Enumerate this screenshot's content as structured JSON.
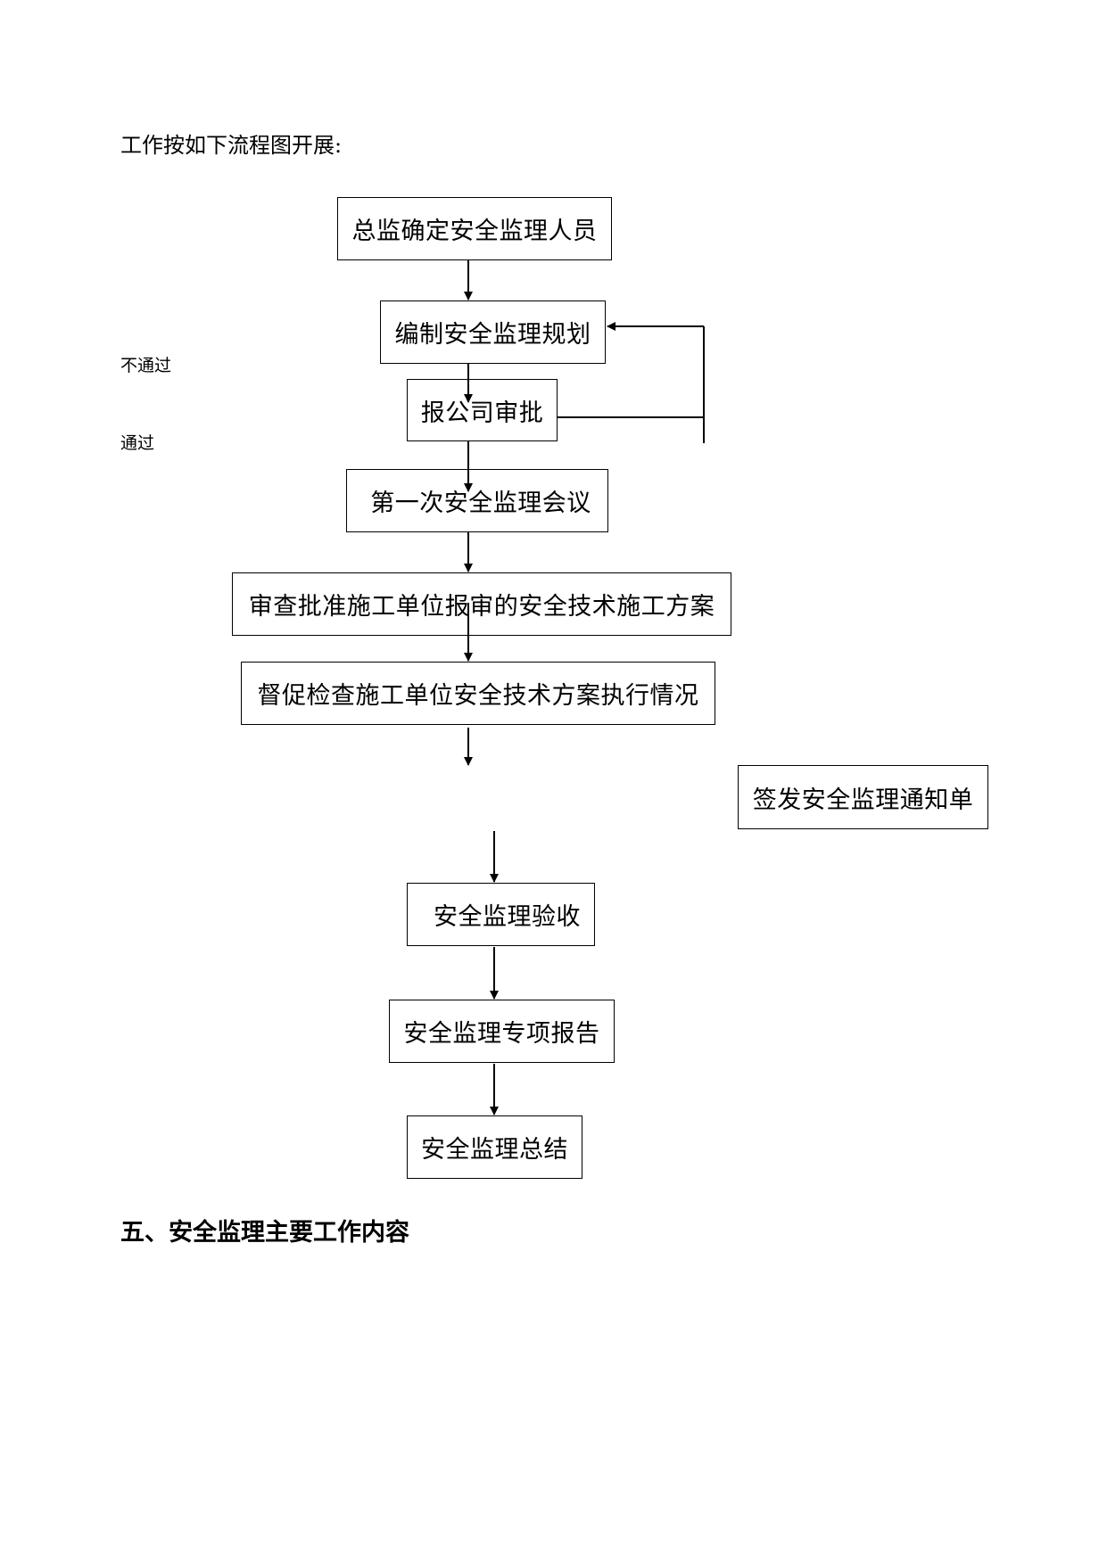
{
  "intro_text": "工作按如下流程图开展:",
  "flowchart": {
    "steps": {
      "assign_staff": "总监确定安全监理人员",
      "compile_plan": "编制安全监理规划",
      "submit_approval": "报公司审批",
      "first_meeting": "第一次安全监理会议",
      "review_plans": "审查批准施工单位报审的安全技术施工方案",
      "supervise_execution": "督促检查施工单位安全技术方案执行情况",
      "issue_notice": "签发安全监理通知单",
      "acceptance": "安全监理验收",
      "special_report": "安全监理专项报告",
      "summary": "安全监理总结"
    },
    "branch_labels": {
      "fail": "不通过",
      "pass": "通过"
    }
  },
  "section_heading": "五、安全监理主要工作内容"
}
